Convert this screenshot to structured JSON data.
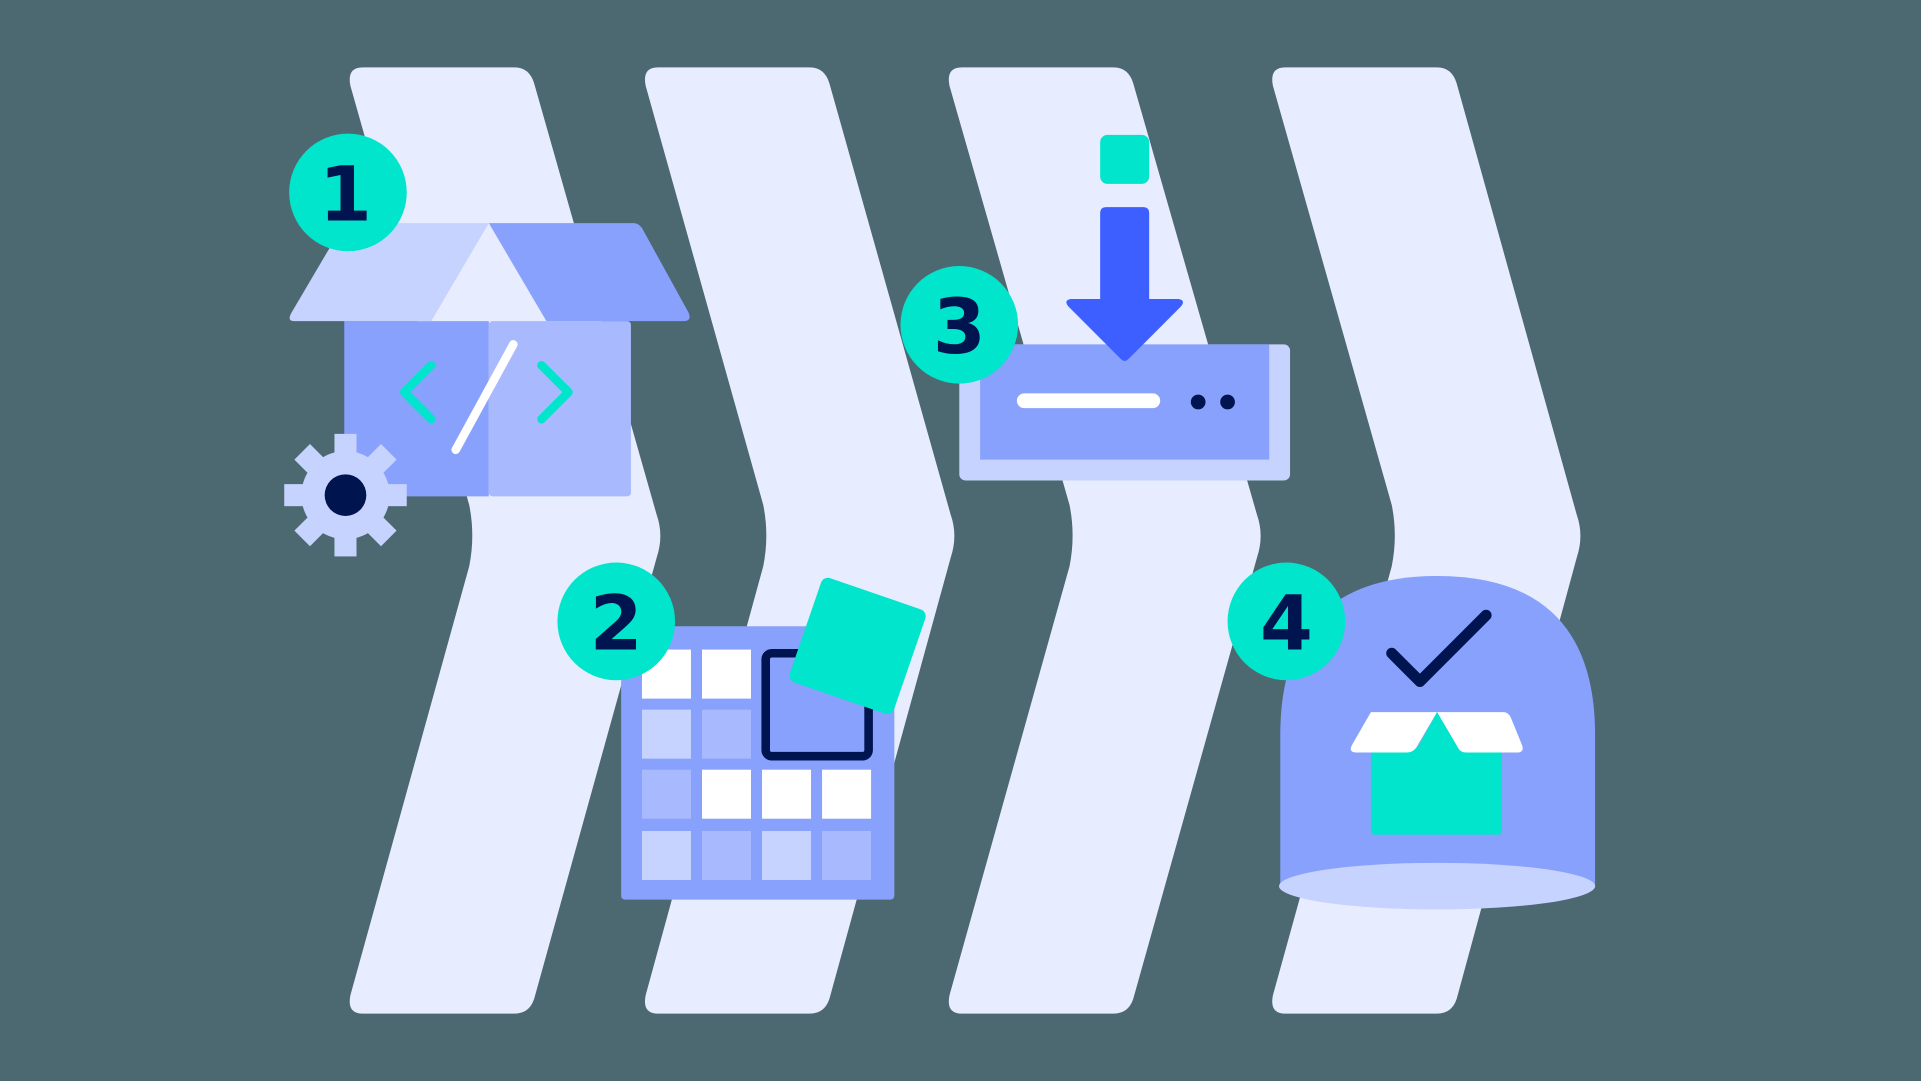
{
  "diagram": {
    "type": "process-steps",
    "description": "Four-step deployment pipeline illustrated over chevron bands",
    "colors": {
      "background": "#4c6870",
      "band": "#e7ecfe",
      "primary": "#87a1fc",
      "light": "#c6d3fe",
      "mid": "#a9b9fe",
      "accent": "#00e5cc",
      "dark": "#001450",
      "arrow": "#3d5fff",
      "white": "#ffffff"
    },
    "steps": [
      {
        "number": "1",
        "label_icon": "code-package-icon",
        "meaning": "build / package code"
      },
      {
        "number": "2",
        "label_icon": "calendar-schedule-icon",
        "meaning": "schedule"
      },
      {
        "number": "3",
        "label_icon": "download-install-icon",
        "meaning": "install / download to server"
      },
      {
        "number": "4",
        "label_icon": "delivered-package-icon",
        "meaning": "delivered / verified"
      }
    ]
  }
}
